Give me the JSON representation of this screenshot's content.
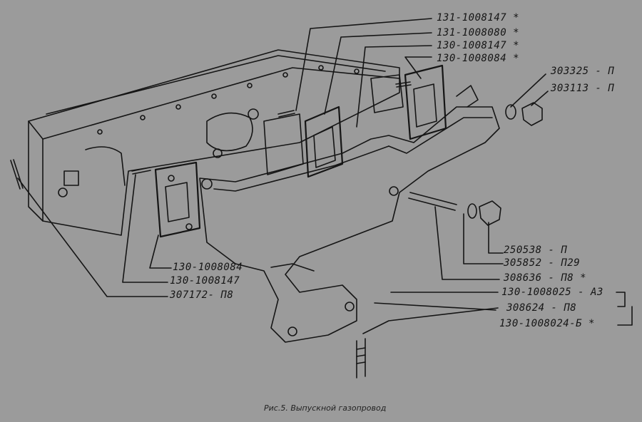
{
  "callouts_top": [
    "131-1008147 *",
    "131-1008080 *",
    "130-1008147 *",
    "130-1008084 *"
  ],
  "callouts_right_top": [
    "303325 - П",
    "303113 - П"
  ],
  "callouts_right_bottom": [
    "250538 - П",
    "305852 - П29",
    "308636 - П8 *",
    "130-1008025 - А3",
    "308624 - П8",
    "130-1008024-Б *"
  ],
  "callouts_left_bottom": [
    "130-1008084",
    "130-1008147",
    "307172- П8"
  ],
  "caption": "Рис.5. Выпускной газопровод",
  "colors": {
    "background": "#9b9b9b",
    "ink": "#151515"
  }
}
